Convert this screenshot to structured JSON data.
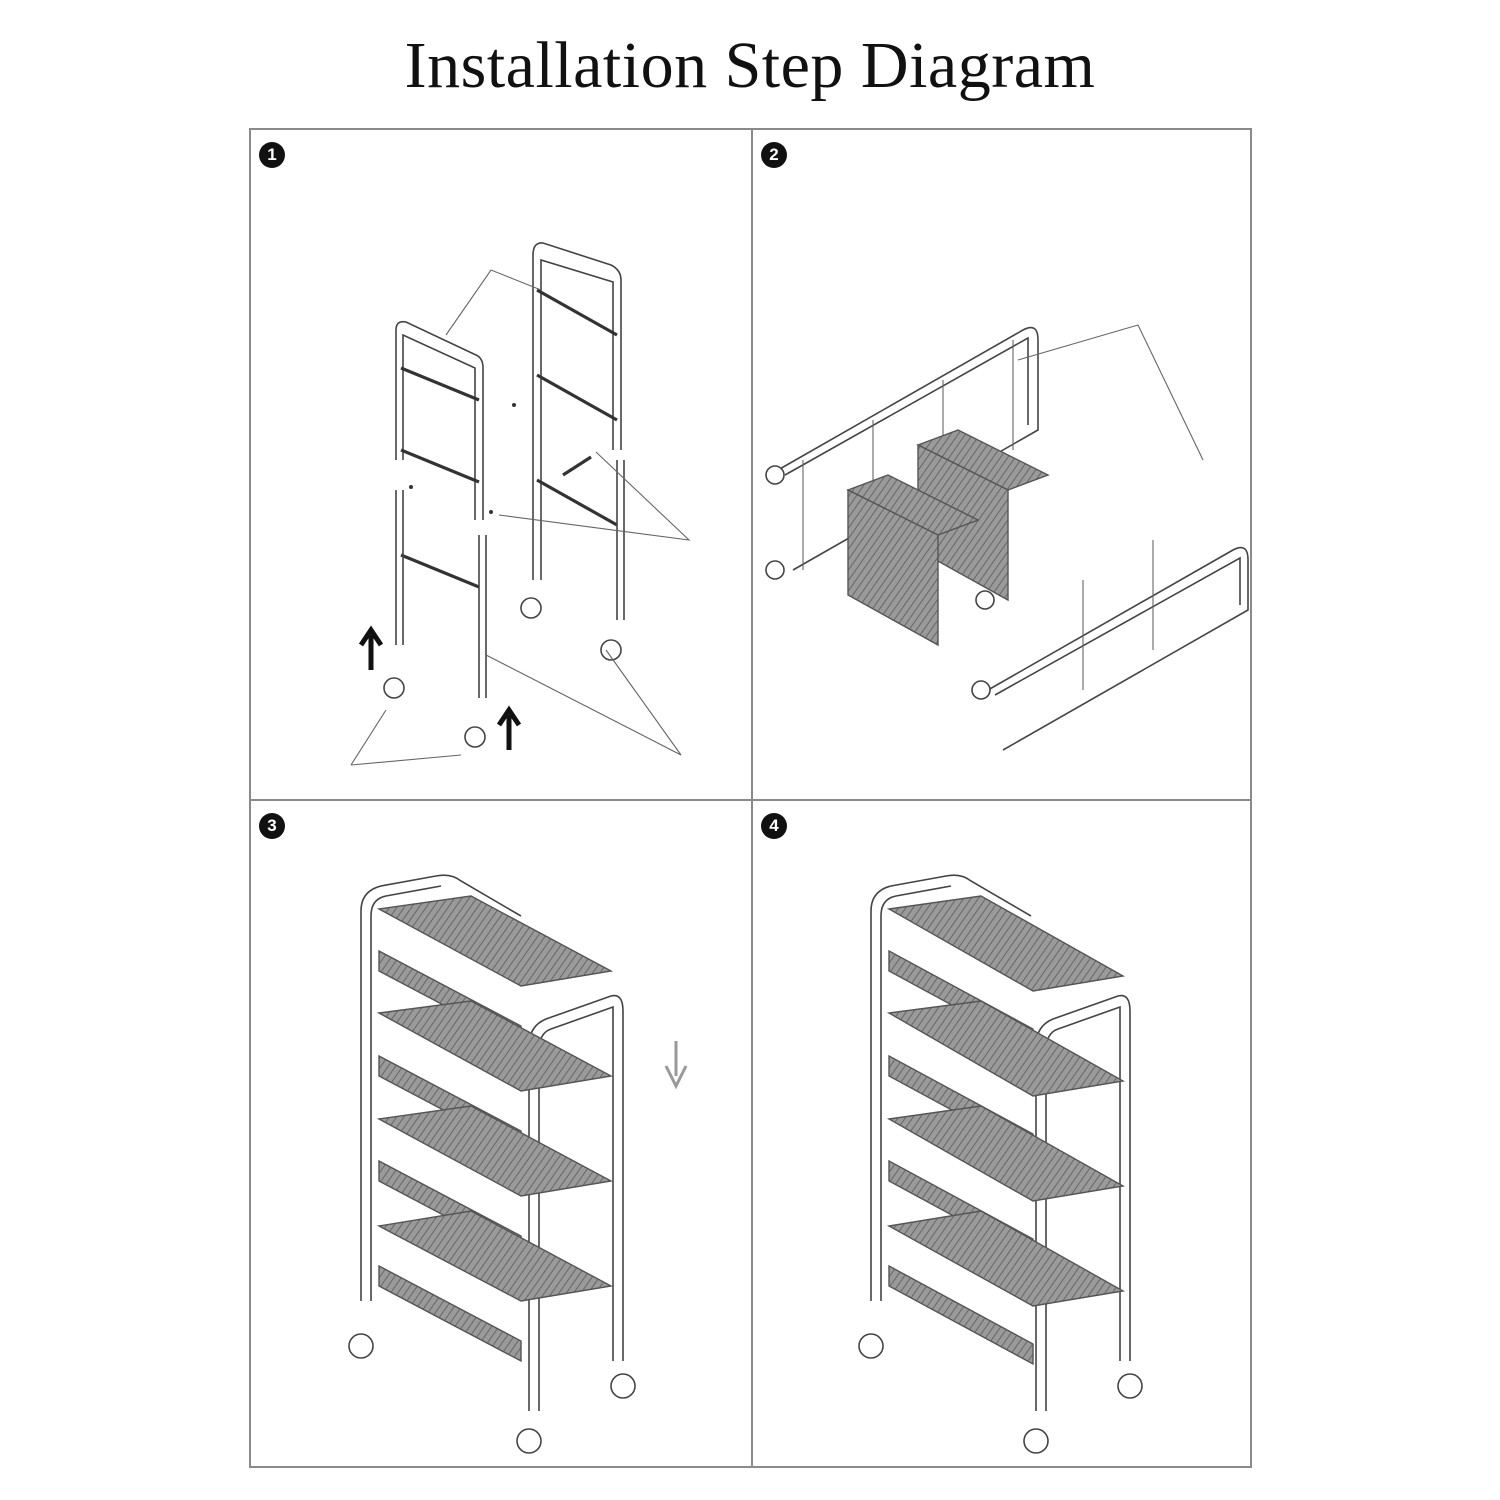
{
  "title": "Installation Step Diagram",
  "steps": [
    {
      "number": "1"
    },
    {
      "number": "2"
    },
    {
      "number": "3"
    },
    {
      "number": "4"
    }
  ]
}
